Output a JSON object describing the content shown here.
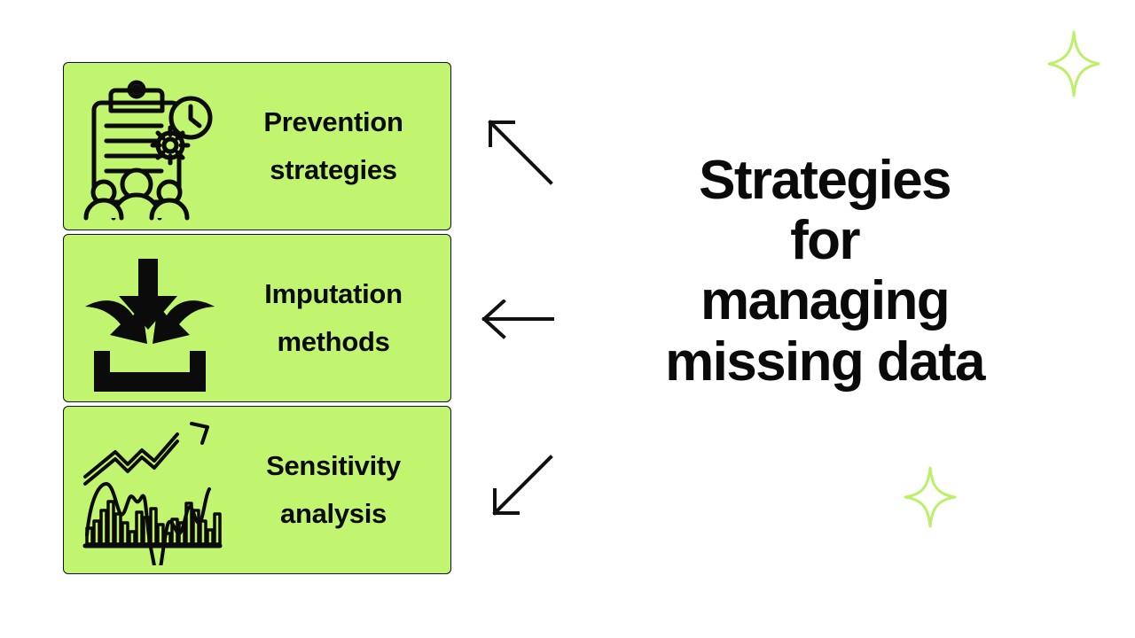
{
  "slide": {
    "background_color": "#ffffff",
    "accent_color": "#c2f56f",
    "ink_color": "#0a0a0a",
    "headline": {
      "line1": "Strategies",
      "line2": "for",
      "line3": "managing",
      "line4": "missing data",
      "full_text": "Strategies for managing missing data"
    },
    "cards": [
      {
        "id": "prevention-strategies",
        "icon": "clipboard-checklist-people-clock-gear-icon",
        "label_line1": "Prevention",
        "label_line2": "strategies",
        "arrow": "arrow-up-left-icon"
      },
      {
        "id": "imputation-methods",
        "icon": "arrows-converging-into-tray-icon",
        "label_line1": "Imputation",
        "label_line2": "methods",
        "arrow": "arrow-left-icon"
      },
      {
        "id": "sensitivity-analysis",
        "icon": "line-bar-chart-trend-up-icon",
        "label_line1": "Sensitivity",
        "label_line2": "analysis",
        "arrow": "arrow-down-left-icon"
      }
    ],
    "decorations": [
      {
        "id": "sparkle-top-right",
        "icon": "four-point-star-icon",
        "color": "#c2f56f"
      },
      {
        "id": "sparkle-bottom",
        "icon": "four-point-star-icon",
        "color": "#c2f56f"
      }
    ]
  }
}
